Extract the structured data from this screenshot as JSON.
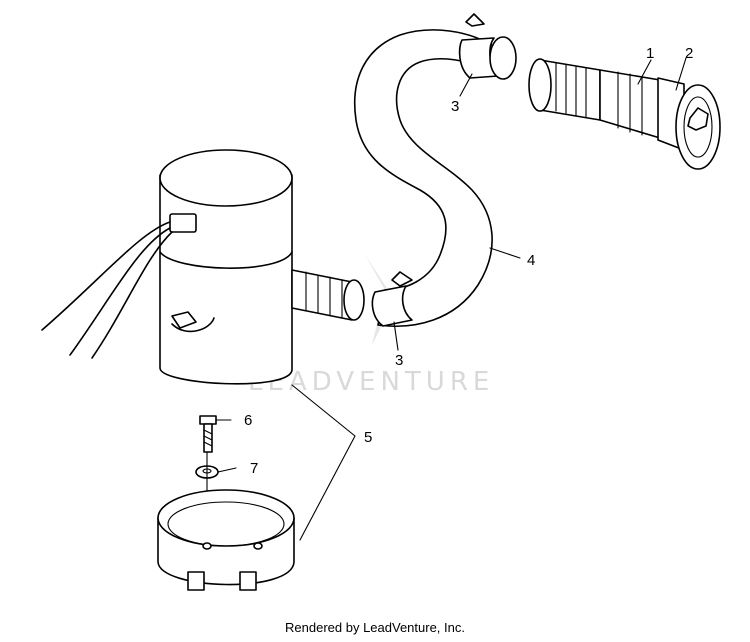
{
  "callouts": {
    "c1": "1",
    "c2": "2",
    "c3a": "3",
    "c3b": "3",
    "c4": "4",
    "c5": "5",
    "c6": "6",
    "c7": "7"
  },
  "watermark": "LEADVENTURE",
  "footer": "Rendered by LeadVenture, Inc."
}
